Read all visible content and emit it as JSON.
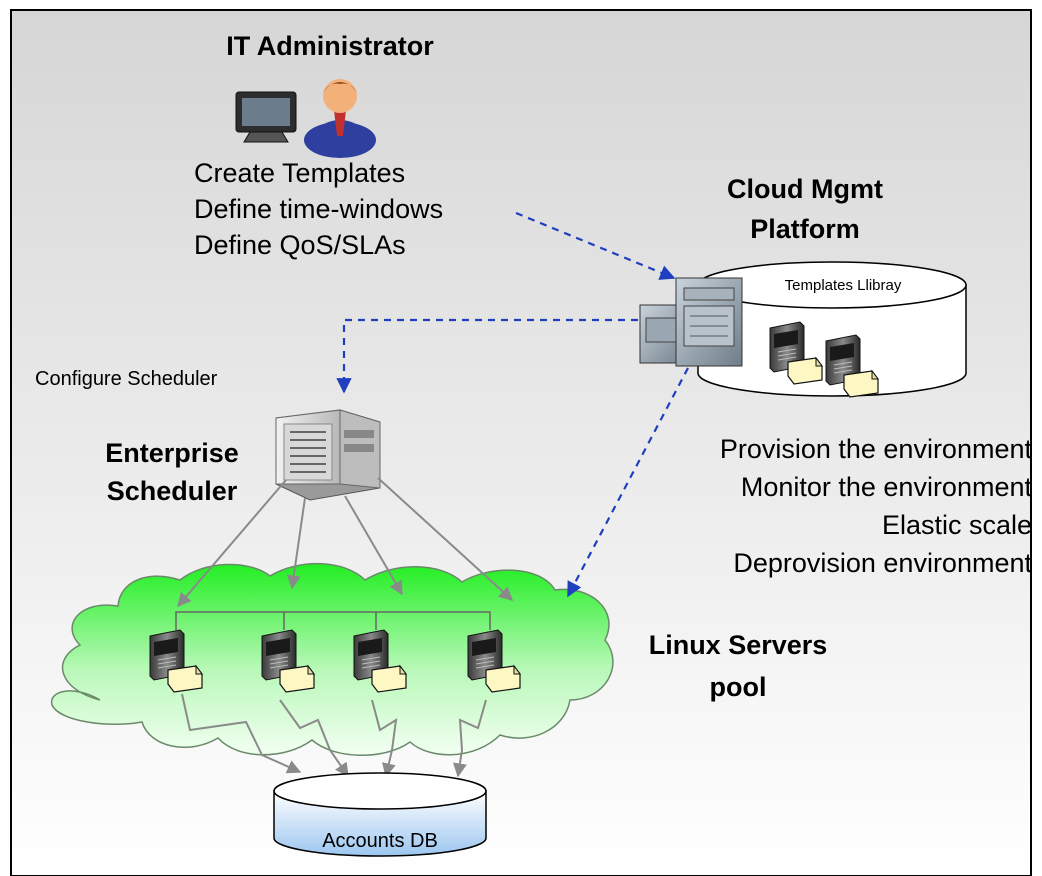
{
  "admin": {
    "title": "IT Administrator",
    "tasks": [
      "Create Templates",
      "Define time-windows",
      "Define QoS/SLAs"
    ]
  },
  "platform": {
    "title_line1": "Cloud Mgmt",
    "title_line2": "Platform",
    "library_label": "Templates Llibray"
  },
  "scheduler": {
    "configure_label": "Configure Scheduler",
    "title_line1": "Enterprise",
    "title_line2": "Scheduler"
  },
  "provision": {
    "lines": [
      "Provision the environment",
      "Monitor the environment",
      "Elastic scale",
      "Deprovision environment"
    ]
  },
  "pool": {
    "title_line1": "Linux Servers",
    "title_line2": "pool"
  },
  "database": {
    "label": "Accounts DB"
  },
  "colors": {
    "dashed_arrow": "#1f3fbf",
    "gray_arrow": "#8a8a8a",
    "cloud_top": "#2ef02e",
    "cloud_bottom": "#e9ffe9"
  }
}
